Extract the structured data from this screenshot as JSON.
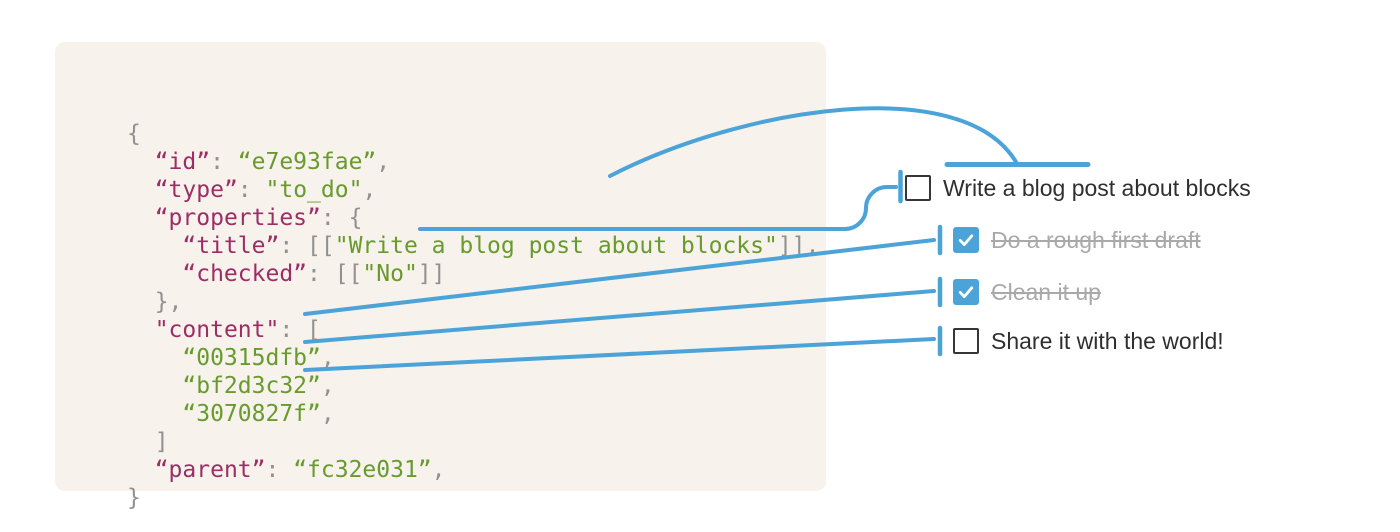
{
  "colors": {
    "accent": "#4ba3d8",
    "code_key": "#9c2e66",
    "code_value": "#689a2d",
    "code_punct": "#919191",
    "panel_bg": "#f7f2ec",
    "todo_text": "#2f2f2f",
    "done_text": "#a9a9a9",
    "checkbox_border": "#363636"
  },
  "code": {
    "lines": [
      [
        [
          "p",
          "{"
        ]
      ],
      [
        [
          "p",
          "  "
        ],
        [
          "k",
          "“id”"
        ],
        [
          "p",
          ": "
        ],
        [
          "v",
          "“e7e93fae”"
        ],
        [
          "p",
          ","
        ]
      ],
      [
        [
          "p",
          "  "
        ],
        [
          "k",
          "“type”"
        ],
        [
          "p",
          ": "
        ],
        [
          "v",
          "\"to_do\""
        ],
        [
          "p",
          ","
        ]
      ],
      [
        [
          "p",
          "  "
        ],
        [
          "k",
          "“properties”"
        ],
        [
          "p",
          ": {"
        ]
      ],
      [
        [
          "p",
          "    "
        ],
        [
          "k",
          "“title”"
        ],
        [
          "p",
          ": [["
        ],
        [
          "v",
          "\"Write a blog post about blocks\""
        ],
        [
          "p",
          "]],"
        ]
      ],
      [
        [
          "p",
          "    "
        ],
        [
          "k",
          "“checked”"
        ],
        [
          "p",
          ": [["
        ],
        [
          "v",
          "\"No\""
        ],
        [
          "p",
          "]]"
        ]
      ],
      [
        [
          "p",
          "  },"
        ]
      ],
      [
        [
          "p",
          "  "
        ],
        [
          "k",
          "\"content\""
        ],
        [
          "p",
          ": ["
        ]
      ],
      [
        [
          "p",
          "    "
        ],
        [
          "v",
          "“00315dfb”"
        ],
        [
          "p",
          ","
        ]
      ],
      [
        [
          "p",
          "    "
        ],
        [
          "v",
          "“bf2d3c32”"
        ],
        [
          "p",
          ","
        ]
      ],
      [
        [
          "p",
          "    "
        ],
        [
          "v",
          "“3070827f”"
        ],
        [
          "p",
          ","
        ]
      ],
      [
        [
          "p",
          "  ]"
        ]
      ],
      [
        [
          "p",
          "  "
        ],
        [
          "k",
          "“parent”"
        ],
        [
          "p",
          ": "
        ],
        [
          "v",
          "“fc32e031”"
        ],
        [
          "p",
          ","
        ]
      ],
      [
        [
          "p",
          "}"
        ]
      ]
    ]
  },
  "todo": {
    "items": [
      {
        "label": "Write a blog post about blocks",
        "checked": false
      },
      {
        "label": "Do a rough first draft",
        "checked": true
      },
      {
        "label": "Clean it up",
        "checked": true
      },
      {
        "label": "Share it with the world!",
        "checked": false
      }
    ]
  }
}
